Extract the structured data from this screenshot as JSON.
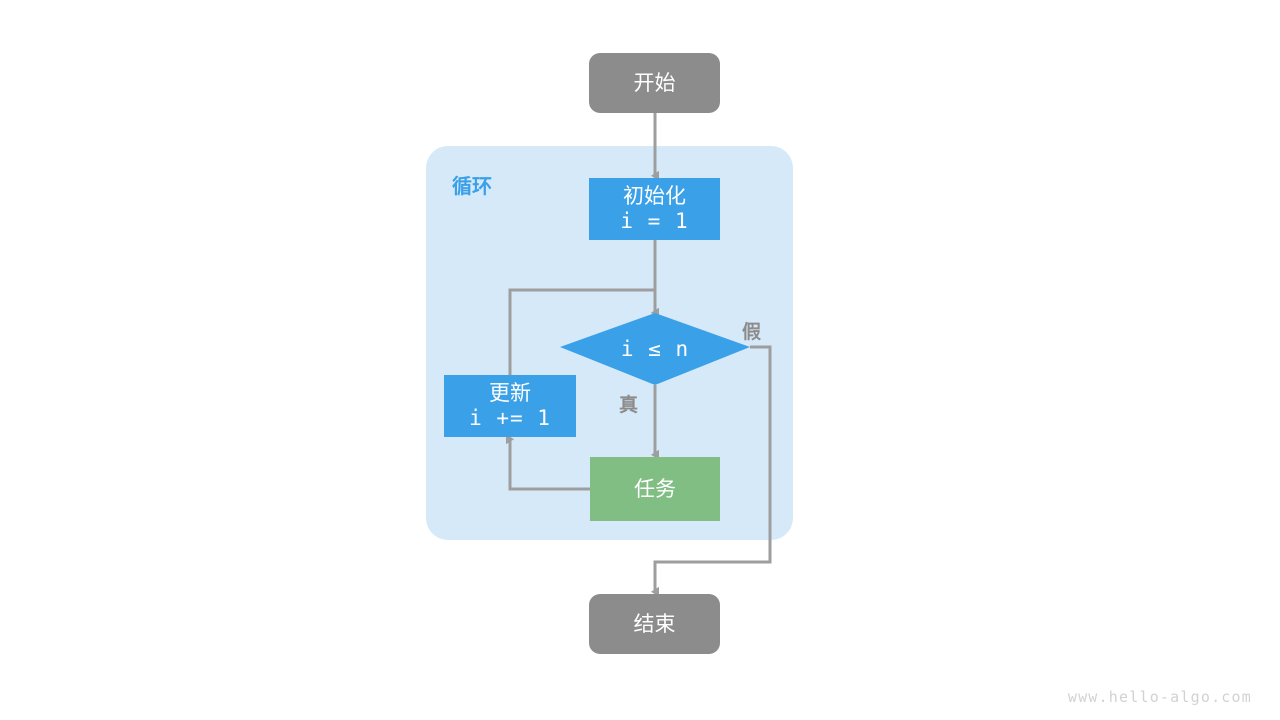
{
  "diagram": {
    "title_watermark": "www.hello-algo.com",
    "group": {
      "label": "循环",
      "fill": "#D6E9F9"
    },
    "nodes": {
      "start": {
        "label": "开始",
        "fill": "#8C8C8C",
        "shape": "rounded-rect"
      },
      "init": {
        "label_line1": "初始化",
        "label_line2": "i = 1",
        "fill": "#3AA0E8",
        "shape": "rect"
      },
      "condition": {
        "label": "i ≤ n",
        "fill": "#3AA0E8",
        "shape": "diamond"
      },
      "update": {
        "label_line1": "更新",
        "label_line2": "i += 1",
        "fill": "#3AA0E8",
        "shape": "rect"
      },
      "task": {
        "label": "任务",
        "fill": "#81BE84",
        "shape": "rect"
      },
      "end": {
        "label": "结束",
        "fill": "#8C8C8C",
        "shape": "rounded-rect"
      }
    },
    "edges": {
      "true_label": "真",
      "false_label": "假",
      "stroke": "#9E9E9E"
    }
  }
}
